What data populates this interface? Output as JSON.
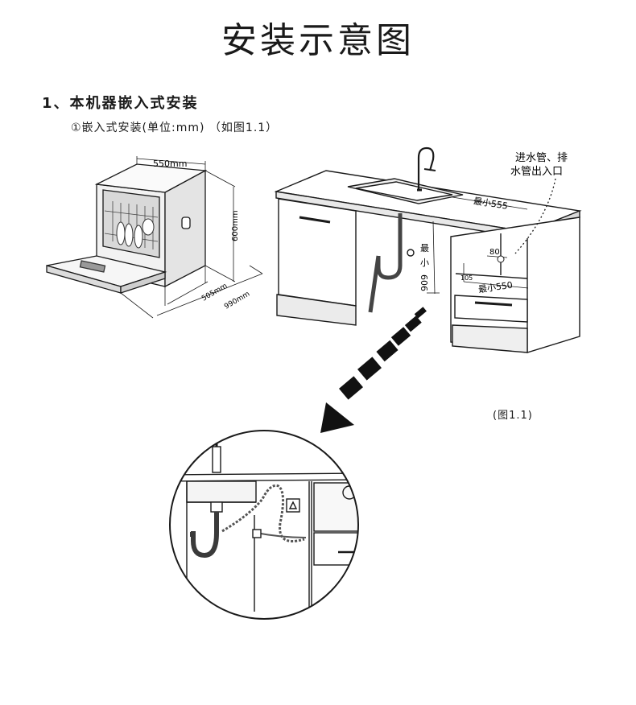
{
  "page": {
    "title": "安装示意图",
    "section_heading": "1、本机器嵌入式安装",
    "sub_heading": "①嵌入式安装(单位:mm) （如图1.1）",
    "figure_caption": "(图1.1)"
  },
  "dishwasher_dims": {
    "width": "550mm",
    "height": "600mm",
    "depth": "505mm",
    "door_open_depth": "990mm"
  },
  "cabinet_dims": {
    "min_width_top": "最小555",
    "min_height_label_1": "最",
    "min_height_label_2": "小",
    "min_height_value": "606",
    "pipe_offset": "80",
    "pipe_height": "105",
    "min_width_bottom": "最小550",
    "pipe_note_line1": "进水管、排",
    "pipe_note_line2": "水管出入口"
  },
  "colors": {
    "line": "#1a1a1a",
    "hose": "#555555",
    "arrow": "#111111"
  }
}
